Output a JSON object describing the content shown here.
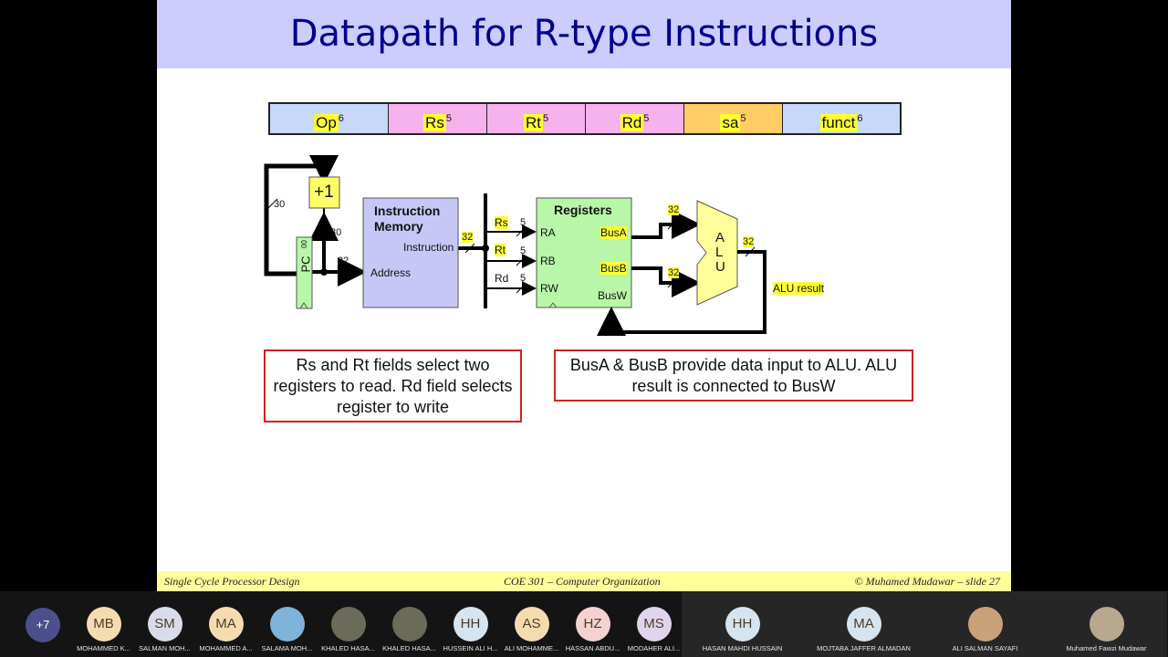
{
  "slide": {
    "title": "Datapath for R-type Instructions",
    "fields": [
      {
        "name": "Op",
        "bits": "6",
        "color": "#c8d8f8",
        "width": 130
      },
      {
        "name": "Rs",
        "bits": "5",
        "color": "#f6b2ec",
        "width": 108
      },
      {
        "name": "Rt",
        "bits": "5",
        "color": "#f6b2ec",
        "width": 108
      },
      {
        "name": "Rd",
        "bits": "5",
        "color": "#f6b2ec",
        "width": 108
      },
      {
        "name": "sa",
        "bits": "5",
        "color": "#ffcc66",
        "width": 108
      },
      {
        "name": "funct",
        "bits": "6",
        "color": "#c8d8f8",
        "width": 128
      }
    ],
    "diagram": {
      "plus_one": "+1",
      "pc_label": "PC",
      "pc_bits": "00",
      "width_30_top": "30",
      "width_30_mid": "30",
      "width_32_addr": "32",
      "instr_mem_title": "Instruction Memory",
      "instr_mem_out": "Instruction",
      "instr_mem_in": "Address",
      "width_32_instr": "32",
      "rs_label": "Rs",
      "rt_label": "Rt",
      "rd_label": "Rd",
      "width_5a": "5",
      "width_5b": "5",
      "width_5c": "5",
      "reg_title": "Registers",
      "ra": "RA",
      "rb": "RB",
      "rw": "RW",
      "busa": "BusA",
      "busb": "BusB",
      "busw": "BusW",
      "width_32_a": "32",
      "width_32_b": "32",
      "alu_a": "A",
      "alu_l": "L",
      "alu_u": "U",
      "width_32_alu": "32",
      "alu_result": "ALU result"
    },
    "notes": {
      "left": "Rs and Rt fields select two registers to read. Rd field selects register to write",
      "right": "BusA & BusB provide data input to ALU. ALU result is connected to BusW"
    },
    "footer": {
      "left": "Single Cycle Processor Design",
      "center": "COE 301 – Computer Organization",
      "right": "© Muhamed Mudawar – slide 27"
    }
  },
  "participants": {
    "more": "+7",
    "list": [
      {
        "initials": "MB",
        "name": "MOHAMMED K...",
        "color": "#f5dcb0",
        "photo": false
      },
      {
        "initials": "SM",
        "name": "SALMAN MOH...",
        "color": "#d9dbe8",
        "photo": false
      },
      {
        "initials": "MA",
        "name": "MOHAMMED A...",
        "color": "#f5dcb0",
        "photo": false
      },
      {
        "initials": "",
        "name": "SALAMA MOH...",
        "color": "#7fb3d9",
        "photo": true
      },
      {
        "initials": "",
        "name": "KHALED HASA...",
        "color": "#6b6b5a",
        "photo": true
      },
      {
        "initials": "",
        "name": "KHALED HASA...",
        "color": "#6b6b5a",
        "photo": true
      },
      {
        "initials": "HH",
        "name": "HUSSEIN ALI H...",
        "color": "#d6e4f0",
        "photo": false
      },
      {
        "initials": "AS",
        "name": "ALI MOHAMME...",
        "color": "#f5dcb0",
        "photo": false
      },
      {
        "initials": "HZ",
        "name": "HASSAN ABDU...",
        "color": "#f4d2d2",
        "photo": false
      },
      {
        "initials": "MS",
        "name": "MODAHER ALI...",
        "color": "#e0d4ec",
        "photo": false
      }
    ],
    "large": [
      {
        "initials": "HH",
        "name": "HASAN MAHDI HUSSAIN",
        "color": "#d6e4f0",
        "photo": false
      },
      {
        "initials": "MA",
        "name": "MOJTABA JAFFER ALMADAN",
        "color": "#d6e4f0",
        "photo": false
      },
      {
        "initials": "",
        "name": "ALI SALMAN SAYAFI",
        "color": "#c9a27a",
        "photo": true
      },
      {
        "initials": "",
        "name": "Muhamed Fawzi Mudawar",
        "color": "#b8a890",
        "photo": true
      }
    ]
  }
}
